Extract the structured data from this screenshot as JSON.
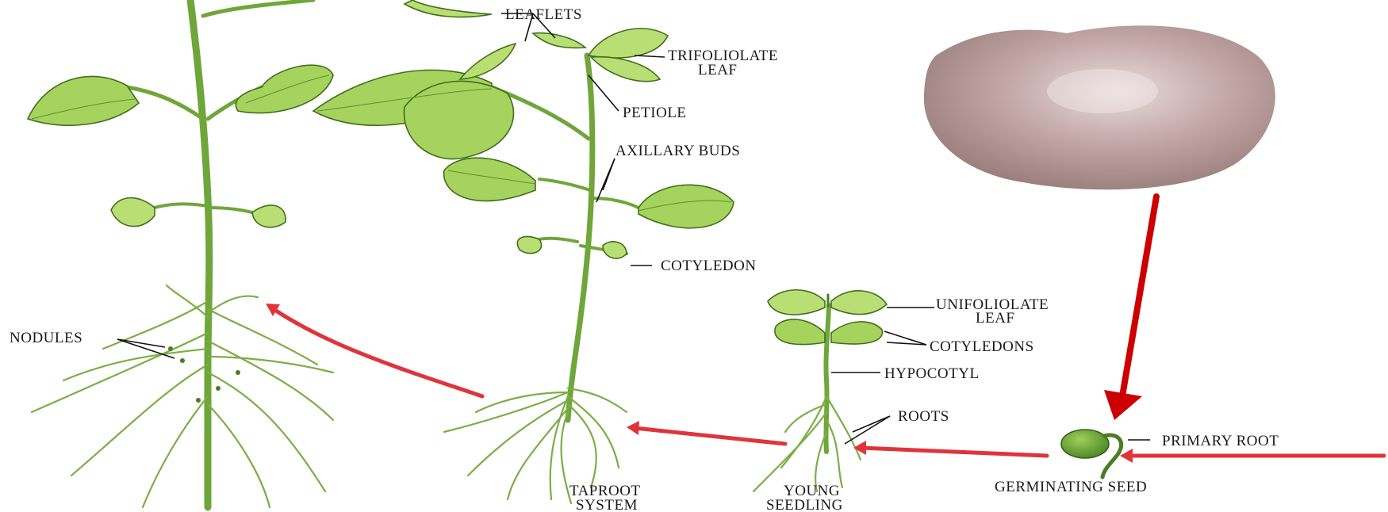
{
  "labels": {
    "leaflets": "LEAFLETS",
    "trifoliolate_line1": "TRIFOLIOLATE",
    "trifoliolate_line2": "LEAF",
    "petiole": "PETIOLE",
    "axillary_buds": "AXILLARY BUDS",
    "cotyledon": "COTYLEDON",
    "nodules": "NODULES",
    "unifoliolate_line1": "UNIFOLIOLATE",
    "unifoliolate_line2": "LEAF",
    "cotyledons": "COTYLEDONS",
    "hypocotyl": "HYPOCOTYL",
    "roots": "ROOTS",
    "primary_root": "PRIMARY ROOT",
    "germinating_seed": "GERMINATING SEED",
    "taproot_line1": "TAPROOT",
    "taproot_line2": "SYSTEM",
    "young_line1": "YOUNG",
    "young_line2": "SEEDLING"
  },
  "colors": {
    "arrow_red": "#e0343a",
    "arrow_dark_red": "#cc0000",
    "leaf_green": "#a6d35e",
    "seed": "#b89a98"
  },
  "stages": [
    "bean-seed",
    "germinating-seed",
    "young-seedling",
    "taproot-system",
    "mature-plant"
  ]
}
